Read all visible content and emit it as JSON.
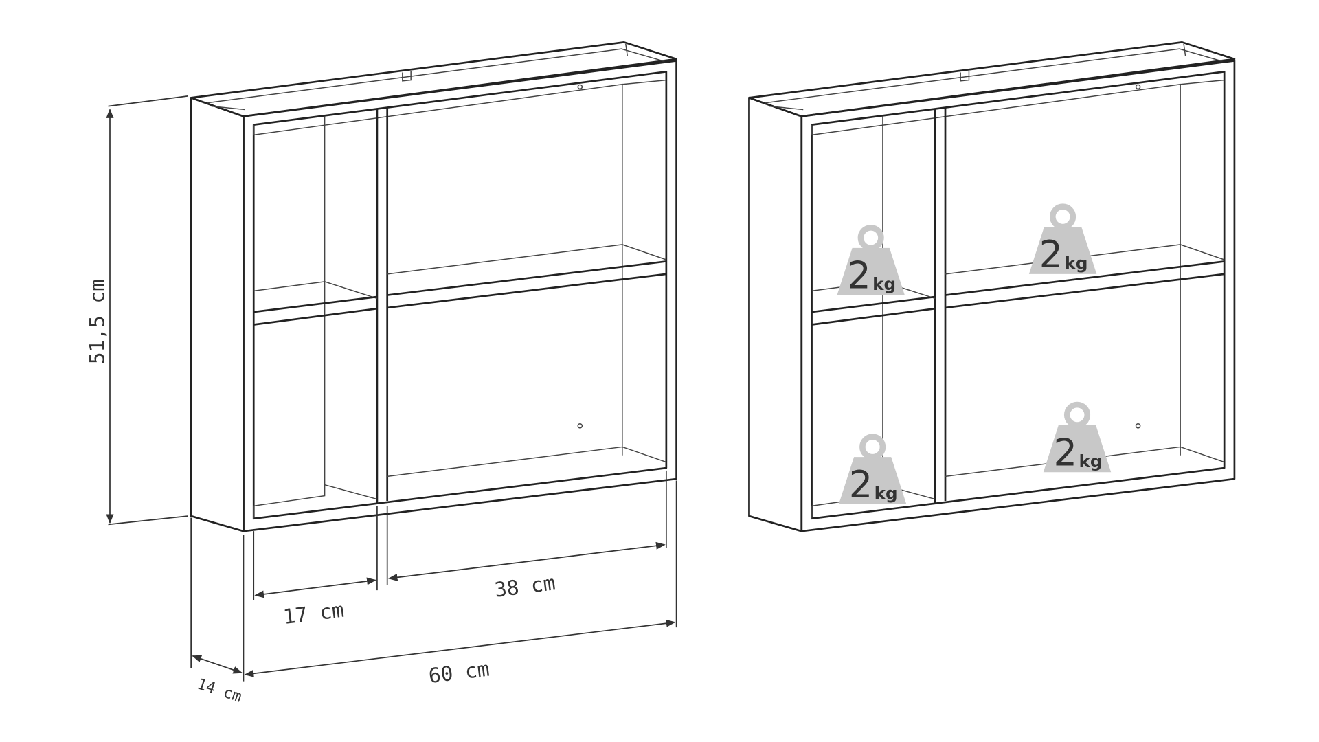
{
  "dimensions": {
    "height": "51,5 cm",
    "left_compartment_width": "17 cm",
    "right_compartment_width": "38 cm",
    "total_width": "60 cm",
    "depth": "14 cm"
  },
  "weight_badges": [
    {
      "value": "2",
      "unit": "kg"
    },
    {
      "value": "2",
      "unit": "kg"
    },
    {
      "value": "2",
      "unit": "kg"
    },
    {
      "value": "2",
      "unit": "kg"
    }
  ],
  "colors": {
    "line": "#222222",
    "weight_fill": "#c8c8c8"
  }
}
